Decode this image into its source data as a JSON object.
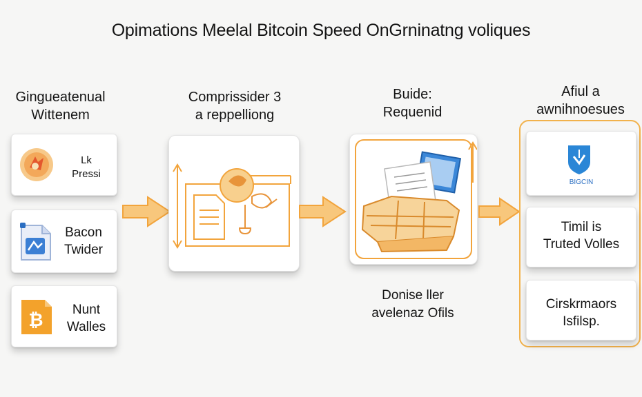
{
  "title": "Opimations Meelal Bitcoin Speed OnGrninatng voliques",
  "columns": [
    {
      "label_line1": "Gingueatenual",
      "label_line2": "Wittenem"
    },
    {
      "label_line1": "Comprissider 3",
      "label_line2": "a reppelliong"
    },
    {
      "label_line1": "Buide:",
      "label_line2": "Requenid"
    },
    {
      "label_line1": "Afiul a",
      "label_line2": "awnihnoesues"
    }
  ],
  "left_cards": [
    {
      "line1": "Lk",
      "line2": "Pressi",
      "icon": "fox-icon"
    },
    {
      "line1": "Bacon",
      "line2": "Twider",
      "icon": "document-icon"
    },
    {
      "line1": "Nunt",
      "line2": "Walles",
      "icon": "bitcoin-icon"
    }
  ],
  "center_caption": {
    "line1": "Donise ller",
    "line2": "avelenaz Ofils"
  },
  "right_cards": [
    {
      "badge": "BIGCIN",
      "icon": "shield-icon"
    },
    {
      "line1": "Timil is",
      "line2": "Truted Volles"
    },
    {
      "line1": "Cirskrmaors",
      "line2": "Isfilsp."
    }
  ],
  "colors": {
    "accent": "#f2a43c",
    "accent_light": "#f8c77c",
    "blue": "#2a86d6",
    "bitcoin": "#f3a22b"
  }
}
